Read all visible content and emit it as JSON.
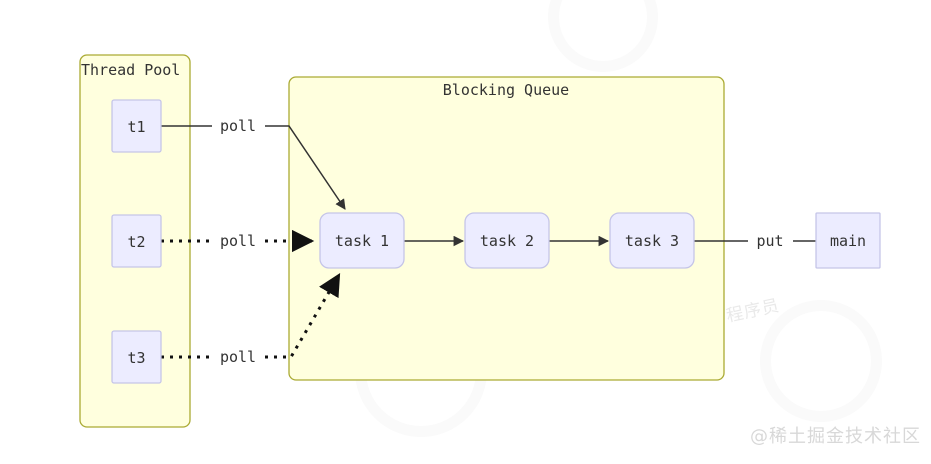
{
  "diagram": {
    "title_thread_pool": "Thread Pool",
    "title_blocking_queue": "Blocking Queue",
    "colors": {
      "cluster_fill": "#ffffde",
      "cluster_stroke": "#aaaa33",
      "node_fill": "#ececff",
      "node_stroke": "#9370db",
      "edge_stroke": "#333333",
      "text": "#333333",
      "background": "#ffffff",
      "watermark": "#e9e9e9"
    },
    "clusters": [
      {
        "id": "thread-pool",
        "label": "Thread Pool"
      },
      {
        "id": "blocking-queue",
        "label": "Blocking Queue"
      }
    ],
    "threads": [
      {
        "id": "t1",
        "label": "t1"
      },
      {
        "id": "t2",
        "label": "t2"
      },
      {
        "id": "t3",
        "label": "t3"
      }
    ],
    "tasks": [
      {
        "id": "task-1",
        "label": "task 1"
      },
      {
        "id": "task-2",
        "label": "task 2"
      },
      {
        "id": "task-3",
        "label": "task 3"
      }
    ],
    "producer": {
      "id": "main",
      "label": "main"
    },
    "edges": [
      {
        "id": "t1-poll",
        "label": "poll",
        "style": "solid",
        "from": "t1",
        "to": "task 1"
      },
      {
        "id": "t2-poll",
        "label": "poll",
        "style": "dotted",
        "from": "t2",
        "to": "task 1"
      },
      {
        "id": "t3-poll",
        "label": "poll",
        "style": "dotted",
        "from": "t3",
        "to": "task 1"
      },
      {
        "id": "task1-task2",
        "label": "",
        "style": "solid",
        "from": "task 1",
        "to": "task 2"
      },
      {
        "id": "task2-task3",
        "label": "",
        "style": "solid",
        "from": "task 2",
        "to": "task 3"
      },
      {
        "id": "main-put",
        "label": "put",
        "style": "solid",
        "from": "main",
        "to": "task 3"
      }
    ]
  },
  "watermark": {
    "text": "@稀土掘金技术社区"
  }
}
